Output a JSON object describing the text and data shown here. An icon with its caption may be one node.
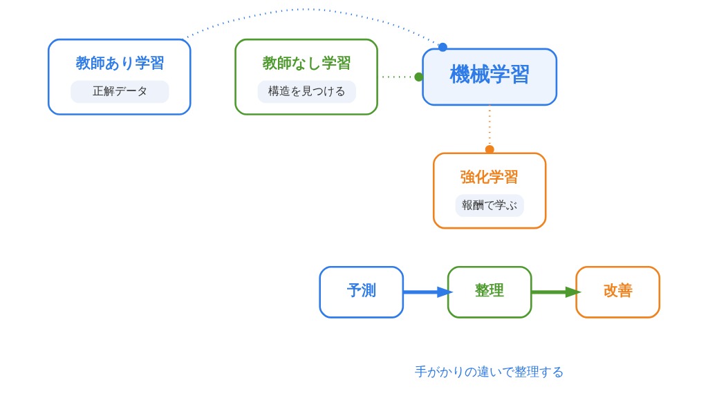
{
  "diagram": {
    "nodes": [
      {
        "text": [
          "機械学習"
        ]
      },
      {
        "text": [
          "教師あり学習",
          "正解データ"
        ]
      },
      {
        "text": [
          "教師なし学習",
          "構造を見つける"
        ]
      },
      {
        "text": [
          "強化学習",
          "報酬で学ぶ"
        ]
      },
      {
        "text": [
          "予測"
        ]
      },
      {
        "text": [
          "整理"
        ]
      },
      {
        "text": [
          "改善"
        ]
      }
    ],
    "edges": [
      {
        "from": 1,
        "to": 0,
        "arrow": "other",
        "style": "dashed",
        "color": "#2f7be8"
      },
      {
        "from": 2,
        "to": 0,
        "arrow": "other",
        "style": "dashed",
        "color": "#4e9a2e"
      },
      {
        "from": 0,
        "to": 3,
        "arrow": "other",
        "style": "dashed",
        "color": "#f0821e"
      },
      {
        "from": 4,
        "to": 5,
        "arrow": "to",
        "style": "thick",
        "color": "#2f7be8"
      },
      {
        "from": 5,
        "to": 6,
        "arrow": "to",
        "style": "thick",
        "color": "#4e9a2e"
      }
    ],
    "labels": [
      "手がかりの違いで整理する"
    ]
  }
}
